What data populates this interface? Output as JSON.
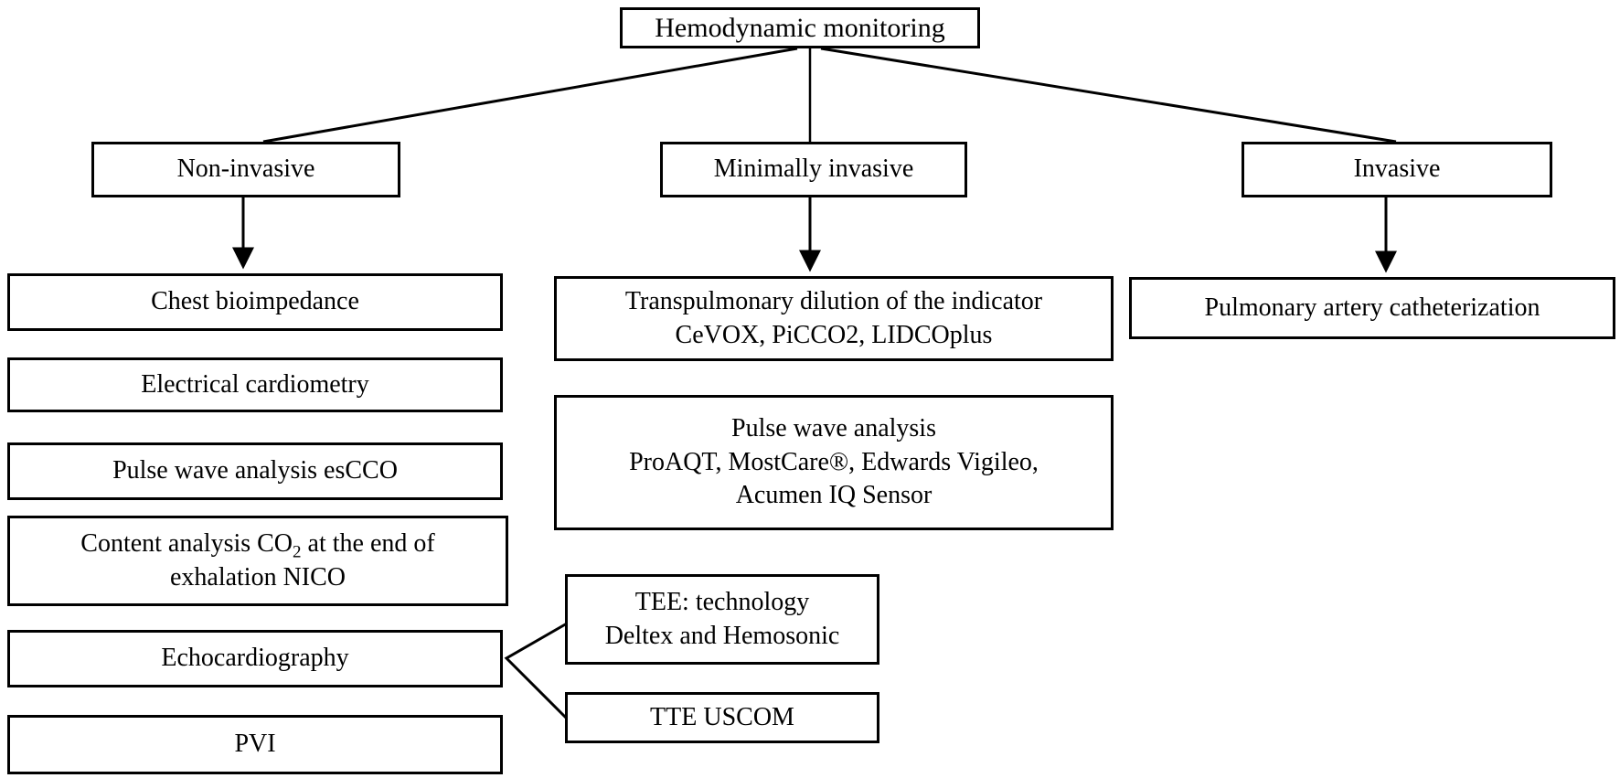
{
  "colors": {
    "background": "#ffffff",
    "box_fill": "#ffffff",
    "border": "#000000",
    "text": "#000000",
    "line": "#000000"
  },
  "diagram": {
    "title": "Hemodynamic monitoring",
    "nodes": {
      "root": {
        "label": "Hemodynamic monitoring"
      },
      "non_invasive": {
        "label": "Non-invasive"
      },
      "minimally_invasive": {
        "label": "Minimally invasive"
      },
      "invasive": {
        "label": "Invasive"
      },
      "chest_bioimpedance": {
        "label": "Chest bioimpedance"
      },
      "electrical_cardiometry": {
        "label": "Electrical cardiometry"
      },
      "pulse_wave_escco": {
        "label": "Pulse wave analysis esCCO"
      },
      "content_co2": {
        "line1_pre": "Content analysis CO",
        "line1_sub": "2",
        "line1_post": " at the end of",
        "line2": "exhalation NICO"
      },
      "echocardiography": {
        "label": "Echocardiography"
      },
      "pvi": {
        "label": "PVI"
      },
      "transpulmonary": {
        "line1": "Transpulmonary dilution of the indicator",
        "line2": "CeVOX, PiCCO2, LIDCOplus"
      },
      "pulse_wave_analysis": {
        "line1": "Pulse wave analysis",
        "line2": "ProAQT, MostCare®, Edwards Vigileo,",
        "line3": "Acumen IQ Sensor"
      },
      "tee": {
        "line1": "TEE: technology",
        "line2": "Deltex and Hemosonic"
      },
      "tte": {
        "label": "TTE USCOM"
      },
      "pulmonary_artery": {
        "label": "Pulmonary artery catheterization"
      }
    },
    "edges": [
      {
        "from": "root",
        "to": "non_invasive",
        "style": "line"
      },
      {
        "from": "root",
        "to": "minimally_invasive",
        "style": "line"
      },
      {
        "from": "root",
        "to": "invasive",
        "style": "line"
      },
      {
        "from": "non_invasive",
        "to": "chest_bioimpedance",
        "style": "arrow"
      },
      {
        "from": "minimally_invasive",
        "to": "transpulmonary",
        "style": "arrow"
      },
      {
        "from": "invasive",
        "to": "pulmonary_artery",
        "style": "arrow"
      },
      {
        "from": "echocardiography",
        "to": "tee",
        "style": "fork"
      },
      {
        "from": "echocardiography",
        "to": "tte",
        "style": "fork"
      }
    ]
  }
}
